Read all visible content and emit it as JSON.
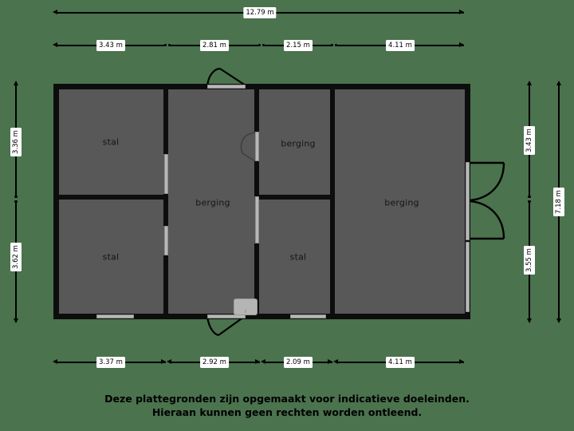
{
  "plan": {
    "background_color": "#4a734e",
    "room_fill_color": "#585858",
    "wall_color": "#0d0d0d",
    "opening_color": "#b8b8b8",
    "rooms": [
      {
        "name": "stal-top-left",
        "label": "stal"
      },
      {
        "name": "stal-bottom-left",
        "label": "stal"
      },
      {
        "name": "berging-center",
        "label": "berging"
      },
      {
        "name": "berging-top-middle",
        "label": "berging"
      },
      {
        "name": "stal-bottom-middle",
        "label": "stal"
      },
      {
        "name": "berging-right",
        "label": "berging"
      }
    ]
  },
  "dimensions": {
    "top_overall": "12.79 m",
    "top_segments": [
      "3.43 m",
      "2.81 m",
      "2.15 m",
      "4.11 m"
    ],
    "bottom_segments": [
      "3.37 m",
      "2.92 m",
      "2.09 m",
      "4.11 m"
    ],
    "left_segments": [
      "3.36 m",
      "3.62 m"
    ],
    "right_segments": [
      "3.43 m",
      "3.55 m"
    ],
    "right_overall": "7.18 m"
  },
  "footer": {
    "line1": "Deze plattegronden zijn opgemaakt voor indicatieve doeleinden.",
    "line2": "Hieraan kunnen geen rechten worden ontleend."
  }
}
